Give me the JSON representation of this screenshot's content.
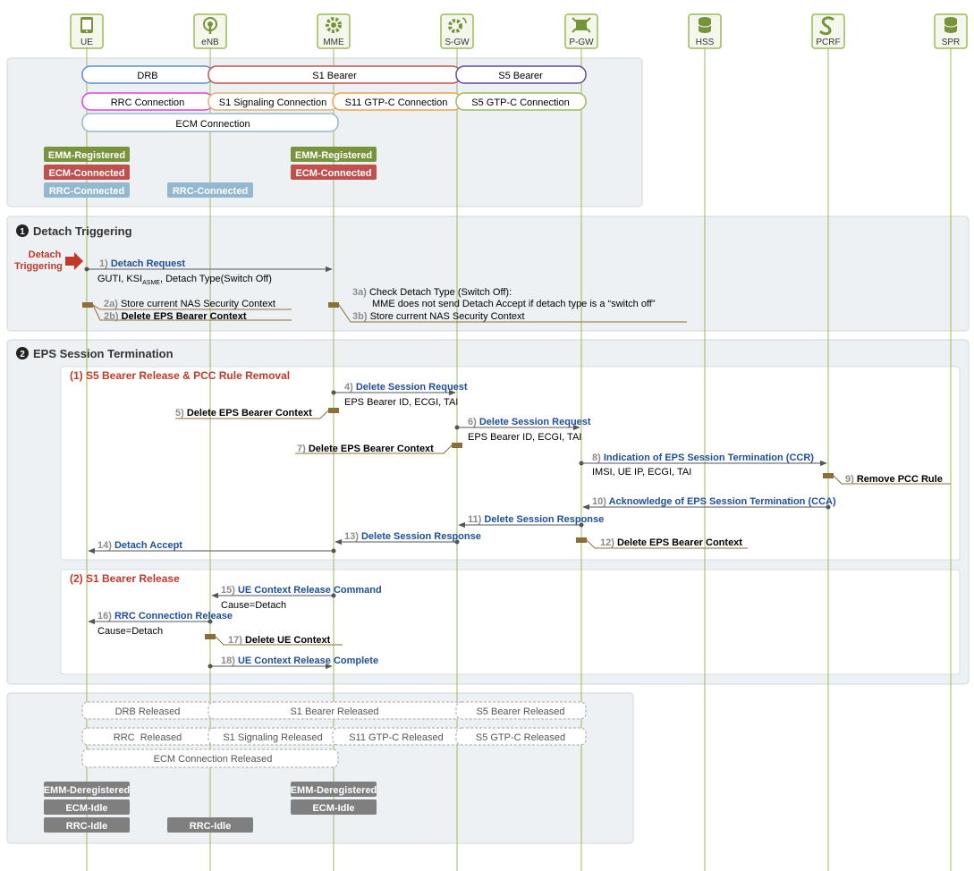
{
  "nodes": [
    {
      "id": "ue",
      "label": "UE",
      "icon": "phone-icon"
    },
    {
      "id": "enb",
      "label": "eNB",
      "icon": "antenna-icon"
    },
    {
      "id": "mme",
      "label": "MME",
      "icon": "gear-icon"
    },
    {
      "id": "sgw",
      "label": "S-GW",
      "icon": "gear-signal-icon"
    },
    {
      "id": "pgw",
      "label": "P-GW",
      "icon": "router-icon"
    },
    {
      "id": "hss",
      "label": "HSS",
      "icon": "database-icon"
    },
    {
      "id": "pcrf",
      "label": "PCRF",
      "icon": "policy-icon"
    },
    {
      "id": "spr",
      "label": "SPR",
      "icon": "database-icon"
    }
  ],
  "initial": {
    "bearers": [
      "DRB",
      "S1 Bearer",
      "S5 Bearer"
    ],
    "connections": [
      "RRC Connection",
      "S1 Signaling Connection",
      "S11 GTP-C Connection",
      "S5 GTP-C Connection"
    ],
    "ecm": "ECM Connection",
    "ue_states": [
      "EMM-Registered",
      "ECM-Connected",
      "RRC-Connected"
    ],
    "enb_state": "RRC-Connected",
    "mme_states": [
      "EMM-Registered",
      "ECM-Connected"
    ]
  },
  "section1": {
    "num": "1",
    "title": "Detach Triggering",
    "trigger_line1": "Detach",
    "trigger_line2": "Triggering",
    "step1_num": "1)",
    "step1_label": "Detach Request",
    "step1_params_a": "GUTI, KSI",
    "step1_params_sub": "ASME",
    "step1_params_b": ", Detach Type(Switch Off)",
    "step2a_num": "2a)",
    "step2a_text": "Store current NAS Security Context",
    "step2b_num": "2b)",
    "step2b_text": "Delete EPS Bearer Context",
    "step3a_num": "3a)",
    "step3a_text": "Check Detach Type (Switch Off):",
    "step3a_text2": "MME does not send Detach Accept if detach type is a “switch off”",
    "step3b_num": "3b)",
    "step3b_text": "Store current NAS Security Context"
  },
  "section2": {
    "num": "2",
    "title": "EPS Session Termination",
    "sub1_title": "(1) S5 Bearer Release & PCC Rule Removal",
    "step4_num": "4)",
    "step4_label": "Delete Session Request",
    "step4_params": "EPS Bearer ID, ECGI, TAI",
    "step5_num": "5)",
    "step5_text": "Delete EPS Bearer Context",
    "step6_num": "6)",
    "step6_label": "Delete Session Request",
    "step6_params": "EPS Bearer ID, ECGI, TAI",
    "step7_num": "7)",
    "step7_text": "Delete EPS Bearer Context",
    "step8_num": "8)",
    "step8_label": "Indication of EPS Session Termination (CCR)",
    "step8_params": "IMSI, UE IP, ECGI, TAI",
    "step9_num": "9)",
    "step9_text": "Remove PCC Rule",
    "step10_num": "10)",
    "step10_label": "Acknowledge of EPS Session Termination (CCA)",
    "step11_num": "11)",
    "step11_label": "Delete Session Response",
    "step12_num": "12)",
    "step12_text": "Delete EPS Bearer Context",
    "step13_num": "13)",
    "step13_label": "Delete Session Response",
    "step14_num": "14)",
    "step14_label": "Detach Accept",
    "sub2_title": "(2) S1 Bearer Release",
    "step15_num": "15)",
    "step15_label": "UE Context Release Command",
    "step15_params": "Cause=Detach",
    "step16_num": "16)",
    "step16_label": "RRC Connection Release",
    "step16_params": "Cause=Detach",
    "step17_num": "17)",
    "step17_text": "Delete UE Context",
    "step18_num": "18)",
    "step18_label": "UE Context Release Complete"
  },
  "final": {
    "bearers": [
      "DRB Released",
      "S1 Bearer Released",
      "S5 Bearer Released"
    ],
    "connections": [
      "RRC  Released",
      "S1 Signaling Released",
      "S11 GTP-C Released",
      "S5 GTP-C Released"
    ],
    "ecm": "ECM Connection Released",
    "ue_states": [
      "EMM-Deregistered",
      "ECM-Idle",
      "RRC-Idle"
    ],
    "enb_state": "RRC-Idle",
    "mme_states": [
      "EMM-Deregistered",
      "ECM-Idle"
    ]
  },
  "colors": {
    "lifeline": "#9bbb59",
    "node_border": "#9bbb59",
    "emm": "#77933c",
    "ecm": "#c0504d",
    "rrc": "#93b8cf",
    "idle": "#7f7f7f",
    "drb": "#5b8ec8",
    "s1": "#c0504d",
    "s5": "#604a9b",
    "rrc_conn": "#e040e0",
    "s1sig": "#d8b478",
    "s11": "#f0a040",
    "s5gtp": "#9bbb59",
    "msg_blue": "#1f4e9b",
    "step_num": "#8c8c8c",
    "section_red": "#c0392b",
    "marker": "#8b6f3a"
  }
}
